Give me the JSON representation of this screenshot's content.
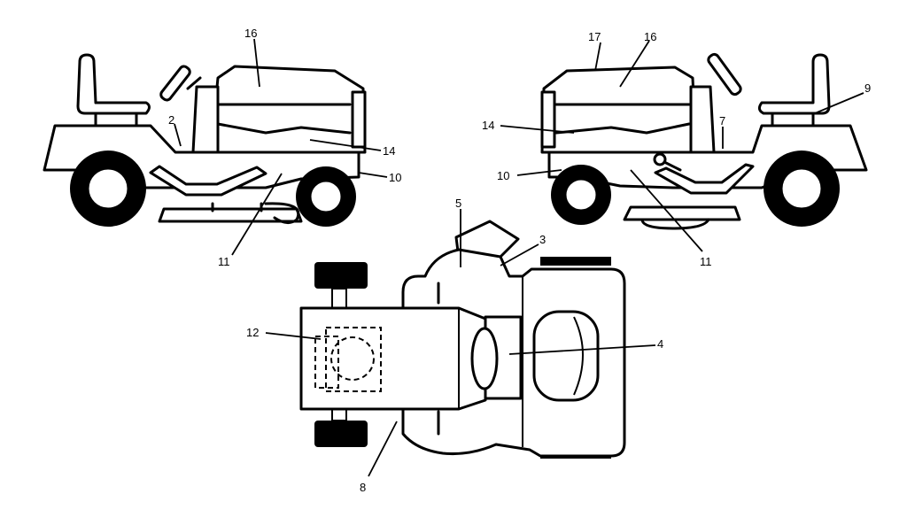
{
  "callouts": {
    "left_tractor": {
      "c16": "16",
      "c2": "2",
      "c14": "14",
      "c10": "10",
      "c11": "11"
    },
    "right_tractor": {
      "c17": "17",
      "c16": "16",
      "c9": "9",
      "c14": "14",
      "c7": "7",
      "c10": "10",
      "c11": "11"
    },
    "top_view": {
      "c5": "5",
      "c3": "3",
      "c12": "12",
      "c4": "4",
      "c8": "8"
    }
  }
}
